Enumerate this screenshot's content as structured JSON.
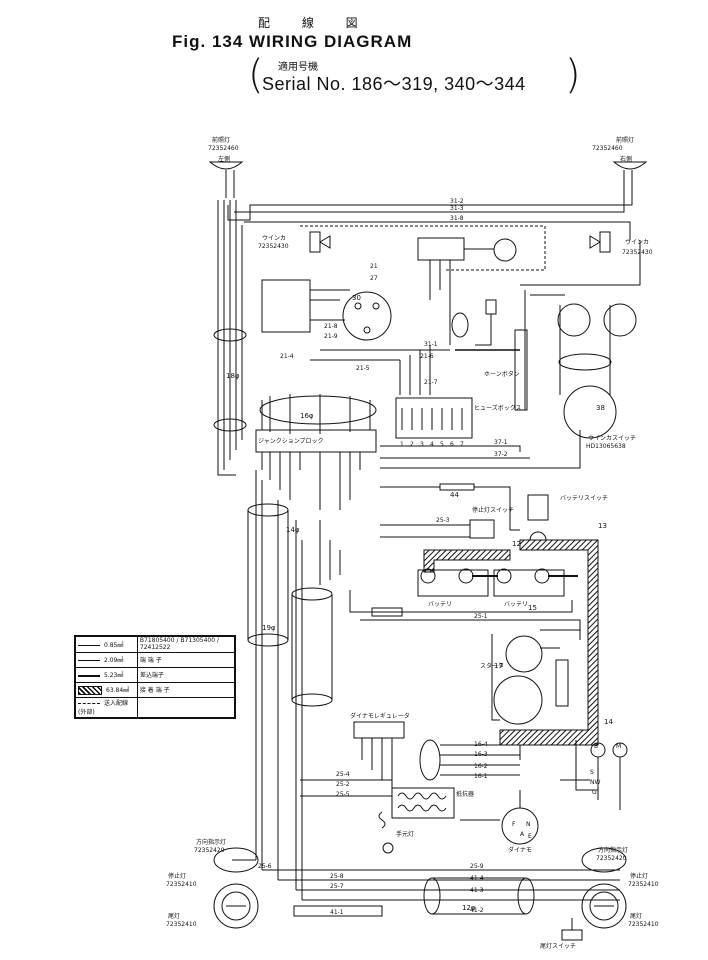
{
  "header": {
    "kanji_title": "配 線 図",
    "figure_title": "Fig. 134 WIRING DIAGRAM",
    "applicability_label": "適用号機",
    "serial": "Serial No. 186～319, 340～344"
  },
  "components": {
    "head_lamp_left": {
      "name": "前照灯",
      "part": "72352460",
      "tag": "左側"
    },
    "head_lamp_right": {
      "name": "前照灯",
      "part": "72352460",
      "tag": "右側"
    },
    "turn_left": {
      "name": "ウインカ",
      "part": "72352430"
    },
    "turn_right": {
      "name": "ウインカ",
      "part": "72352430"
    },
    "tail_left_upper": {
      "name": "方向指示灯",
      "part": "72352420"
    },
    "tail_left_stop": {
      "name": "停止灯",
      "part": "72352410"
    },
    "tail_left_tail": {
      "name": "尾灯",
      "part": "72352410"
    },
    "tail_right_upper": {
      "name": "方向指示灯",
      "part": "72352420"
    },
    "tail_right_stop": {
      "name": "停止灯",
      "part": "72352410"
    },
    "tail_right_tail": {
      "name": "尾灯",
      "part": "72352410"
    },
    "winker_switch": {
      "name": "ウインカスイッチ",
      "part": "HD13065638"
    },
    "battery_switch": {
      "name": "バッテリスイッチ"
    },
    "stop_lamp_switch": {
      "name": "停止灯スイッチ"
    },
    "horn_button": {
      "name": "ホーンボタン"
    },
    "battery_1": {
      "name": "バッテリ"
    },
    "battery_2": {
      "name": "バッテリ"
    },
    "dynamo_regulator": {
      "name": "ダイナモレギュレータ"
    },
    "starter_switch": {
      "name": "スタータ"
    },
    "fuse_box": {
      "name": "ヒューズボックス"
    },
    "junction_block": {
      "name": "ジャンクションブロック"
    },
    "resistor": {
      "name": "抵抗器"
    },
    "hand_lamp": {
      "name": "手元灯"
    },
    "dynamo": {
      "name": "ダイナモ"
    },
    "tail_switch": {
      "name": "尾灯スイッチ"
    }
  },
  "wire_labels": [
    "31-2",
    "31-3",
    "31-8",
    "21",
    "27",
    "21-9",
    "21-8",
    "21-4",
    "21-5",
    "21-6",
    "21-7",
    "31-1",
    "37-1",
    "37-2",
    "25-3",
    "25-1",
    "25-2",
    "25-4",
    "25-5",
    "25-6",
    "25-7",
    "25-8",
    "25-9",
    "16-1",
    "16-2",
    "16-3",
    "16-4",
    "41-1",
    "41-2",
    "41-3",
    "41-4",
    "12",
    "13",
    "14",
    "15",
    "17",
    "30",
    "38",
    "44",
    "14φ",
    "19φ",
    "16φ",
    "18φ",
    "12φ"
  ],
  "terminals": [
    "1",
    "2",
    "3",
    "4",
    "5",
    "6",
    "7"
  ],
  "regulator_terminals": [
    "F",
    "N",
    "A",
    "E",
    "B",
    "S",
    "NW",
    "G",
    "M"
  ],
  "legend": {
    "rows": [
      {
        "wire": "0.85㎟",
        "sym_text": "B71805400 / B71305400 / 72412522"
      },
      {
        "wire": "2.09㎟",
        "sym_text": "端 端 子"
      },
      {
        "wire": "5.23㎟",
        "sym_text": "差込端子"
      },
      {
        "wire": "63.84㎟",
        "sym_text": "接 着 端 子"
      },
      {
        "wire": "送入配線(外部)",
        "sym_text": ""
      }
    ]
  }
}
